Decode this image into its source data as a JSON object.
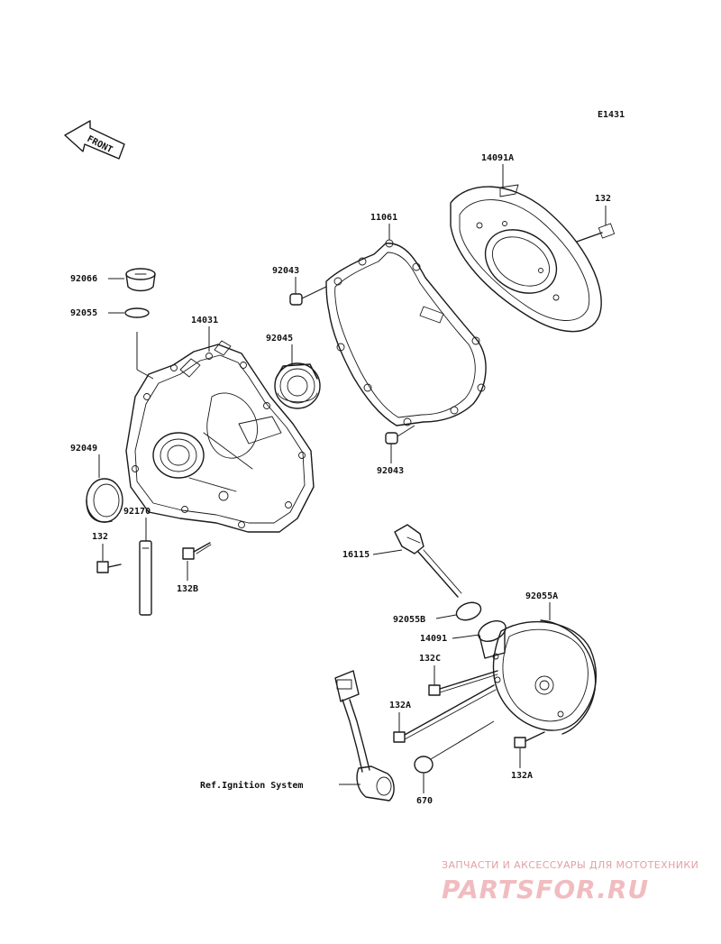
{
  "diagram": {
    "code": "E1431",
    "front_marker": "FRONT",
    "parts": {
      "p14091A": "14091A",
      "p132_top": "132",
      "p11061": "11061",
      "p92043_top": "92043",
      "p92043_bottom": "92043",
      "p92066": "92066",
      "p92055": "92055",
      "p14031": "14031",
      "p92045": "92045",
      "p92049": "92049",
      "p92170": "92170",
      "p132_left": "132",
      "p132B": "132B",
      "p16115": "16115",
      "p92055A": "92055A",
      "p92055B": "92055B",
      "p14091": "14091",
      "p132C": "132C",
      "p132A_left": "132A",
      "p132A_right": "132A",
      "p670": "670"
    },
    "reference": "Ref.Ignition System"
  },
  "watermark": {
    "tagline": "ЗАПЧАСТИ И АКСЕССУАРЫ ДЛЯ МОТОТЕХНИКИ",
    "brand": "PARTSFOR.RU"
  }
}
